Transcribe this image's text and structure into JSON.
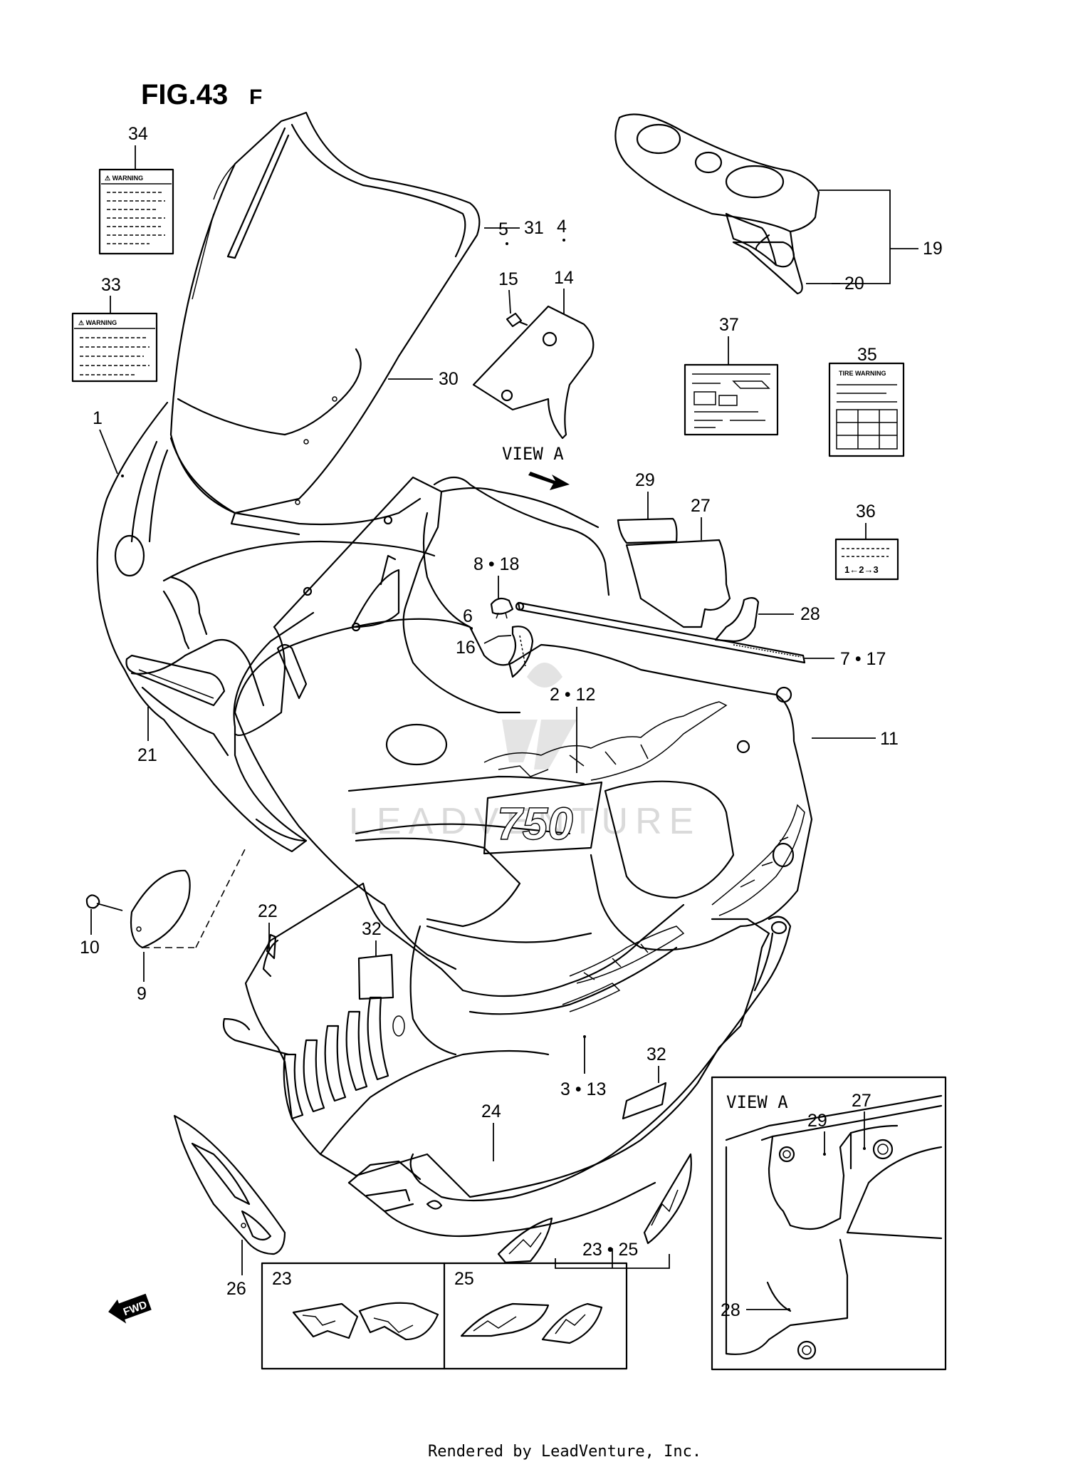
{
  "figure": {
    "title": "FIG.43",
    "suffix": "F"
  },
  "labels": {
    "l1": "1",
    "l2_12": "2 • 12",
    "l3_13": "3 • 13",
    "l4": "4",
    "l5": "5",
    "l6": "6",
    "l7_17": "7 • 17",
    "l8_18": "8 • 18",
    "l9": "9",
    "l10": "10",
    "l11": "11",
    "l14": "14",
    "l15": "15",
    "l16": "16",
    "l19": "19",
    "l20": "20",
    "l21": "21",
    "l22": "22",
    "l23_25": "23 • 25",
    "l24": "24",
    "l26": "26",
    "l27": "27",
    "l28": "28",
    "l29": "29",
    "l30": "30",
    "l31": "31",
    "l32a": "32",
    "l32b": "32",
    "l33": "33",
    "l34": "34",
    "l35": "35",
    "l36": "36",
    "l37": "37"
  },
  "view_a_arrow_label": "VIEW A",
  "view_a_box": {
    "title": "VIEW A",
    "l27": "27",
    "l28": "28",
    "l29": "29"
  },
  "inset_box": {
    "left_label": "23",
    "right_label": "25"
  },
  "decals": {
    "warning_34": "⚠ WARNING",
    "warning_33": "⚠ WARNING",
    "label_35": "TIRE WARNING",
    "label_36": "1←2→3",
    "model_badge": "750"
  },
  "fwd_tag": "FWD",
  "watermark": "LEADVENTURE",
  "footer": "Rendered by LeadVenture, Inc."
}
